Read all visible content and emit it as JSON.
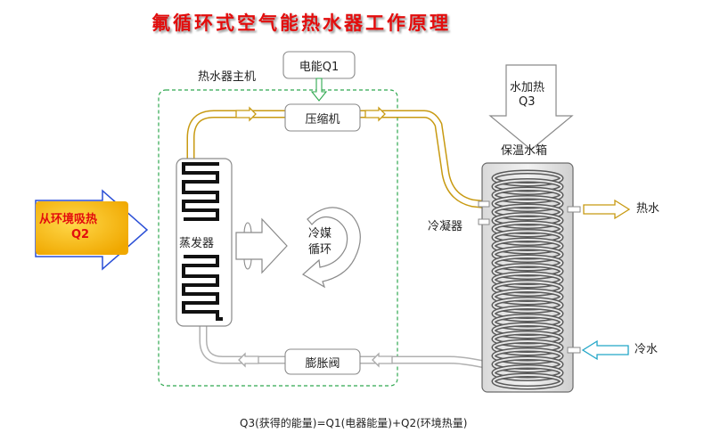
{
  "title": "氟循环式空气能热水器工作原理",
  "nodes": {
    "power_input": "电能Q1",
    "host_unit": "热水器主机",
    "compressor": "压缩机",
    "evaporator": "蒸发器",
    "refrigerant_cycle_line1": "冷媒",
    "refrigerant_cycle_line2": "循环",
    "expansion_valve": "膨胀阀",
    "tank": "保温水箱",
    "condenser": "冷凝器",
    "water_heat_line1": "水加热",
    "water_heat_line2": "Q3",
    "ambient_heat_line1": "从环境吸热",
    "ambient_heat_line2": "Q2",
    "hot_water": "热水",
    "cold_water": "冷水"
  },
  "formula": "Q3(获得的能量)=Q1(电器能量)+Q2(环境热量)",
  "colors": {
    "title": "#e30d0d",
    "hot_pipe": "#c89a12",
    "cold_pipe": "#b0b0b0",
    "host_border": "#2fa84f",
    "ambient_fill": "#f5b800",
    "ambient_outline": "#2a4fd6",
    "ambient_text": "#e30d0d",
    "hot_arrow": "#c89a12",
    "cold_arrow": "#22a6c8"
  }
}
